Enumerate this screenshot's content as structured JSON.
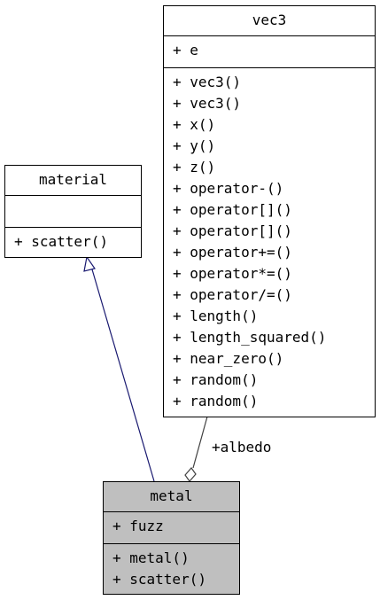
{
  "diagram": {
    "classes": {
      "vec3": {
        "name": "vec3",
        "attributes": [
          "+ e"
        ],
        "methods": [
          "+ vec3()",
          "+ vec3()",
          "+ x()",
          "+ y()",
          "+ z()",
          "+ operator-()",
          "+ operator[]()",
          "+ operator[]()",
          "+ operator+=()",
          "+ operator*=()",
          "+ operator/=()",
          "+ length()",
          "+ length_squared()",
          "+ near_zero()",
          "+ random()",
          "+ random()"
        ]
      },
      "material": {
        "name": "material",
        "attributes": [],
        "methods": [
          "+ scatter()"
        ]
      },
      "metal": {
        "name": "metal",
        "attributes": [
          "+ fuzz"
        ],
        "methods": [
          "+ metal()",
          "+ scatter()"
        ]
      }
    },
    "relations": {
      "aggregation_label": "+albedo"
    },
    "colors": {
      "highlight_fill": "#bfbfbf",
      "inheritance_edge": "#191970",
      "aggregation_edge": "#404040"
    }
  }
}
